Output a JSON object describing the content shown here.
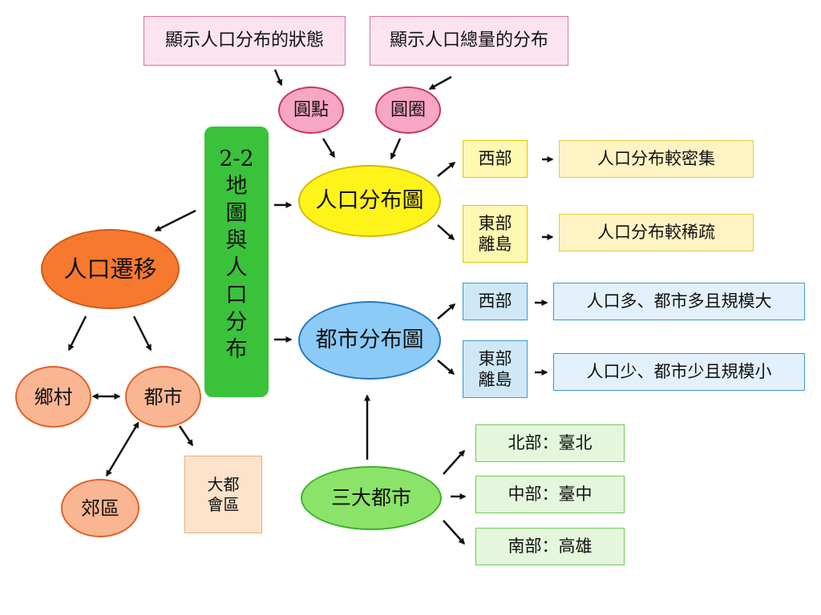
{
  "top_labels": {
    "distribution_state": "顯示人口分布的狀態",
    "total_distribution": "顯示人口總量的分布"
  },
  "symbols": {
    "dot": "圓點",
    "circle": "圓圈"
  },
  "center": {
    "title_lines": [
      "2-2",
      "地",
      "圖",
      "與",
      "人",
      "口",
      "分",
      "布"
    ]
  },
  "population_map": {
    "title": "人口分布圖",
    "west": "西部",
    "west_result": "人口分布較密集",
    "east_line1": "東部",
    "east_line2": "離島",
    "east_result": "人口分布較稀疏"
  },
  "city_map": {
    "title": "都市分布圖",
    "west": "西部",
    "west_result": "人口多、都市多且規模大",
    "east_line1": "東部",
    "east_line2": "離島",
    "east_result": "人口少、都市少且規模小"
  },
  "three_cities": {
    "title": "三大都市",
    "north": "北部：臺北",
    "central": "中部：臺中",
    "south": "南部：高雄"
  },
  "migration": {
    "title": "人口遷移",
    "rural": "鄉村",
    "urban": "都市",
    "suburb": "郊區",
    "metro_line1": "大都",
    "metro_line2": "會區"
  }
}
